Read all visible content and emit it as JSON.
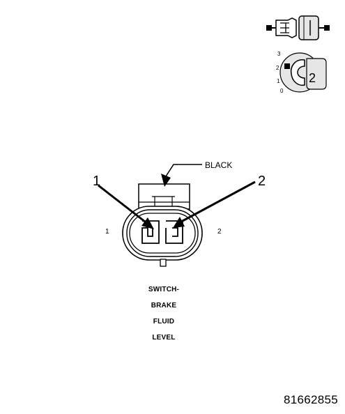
{
  "diagram": {
    "wire_color_label": "BLACK",
    "pin_callouts": [
      "1",
      "2"
    ],
    "cavity_numbers": [
      "1",
      "2"
    ],
    "caption_lines": [
      "SWITCH-",
      "BRAKE",
      "FLUID",
      "LEVEL"
    ],
    "document_id": "81662855"
  },
  "connector_view_icon": {
    "position_scale": [
      "3",
      "2",
      "1",
      "0"
    ],
    "badge_number": "2"
  },
  "colors": {
    "line": "#000000",
    "background": "#ffffff",
    "icon_shade": "#e6e6e6"
  },
  "icons": [
    "connector-side-view-icon",
    "connector-face-view-icon"
  ]
}
